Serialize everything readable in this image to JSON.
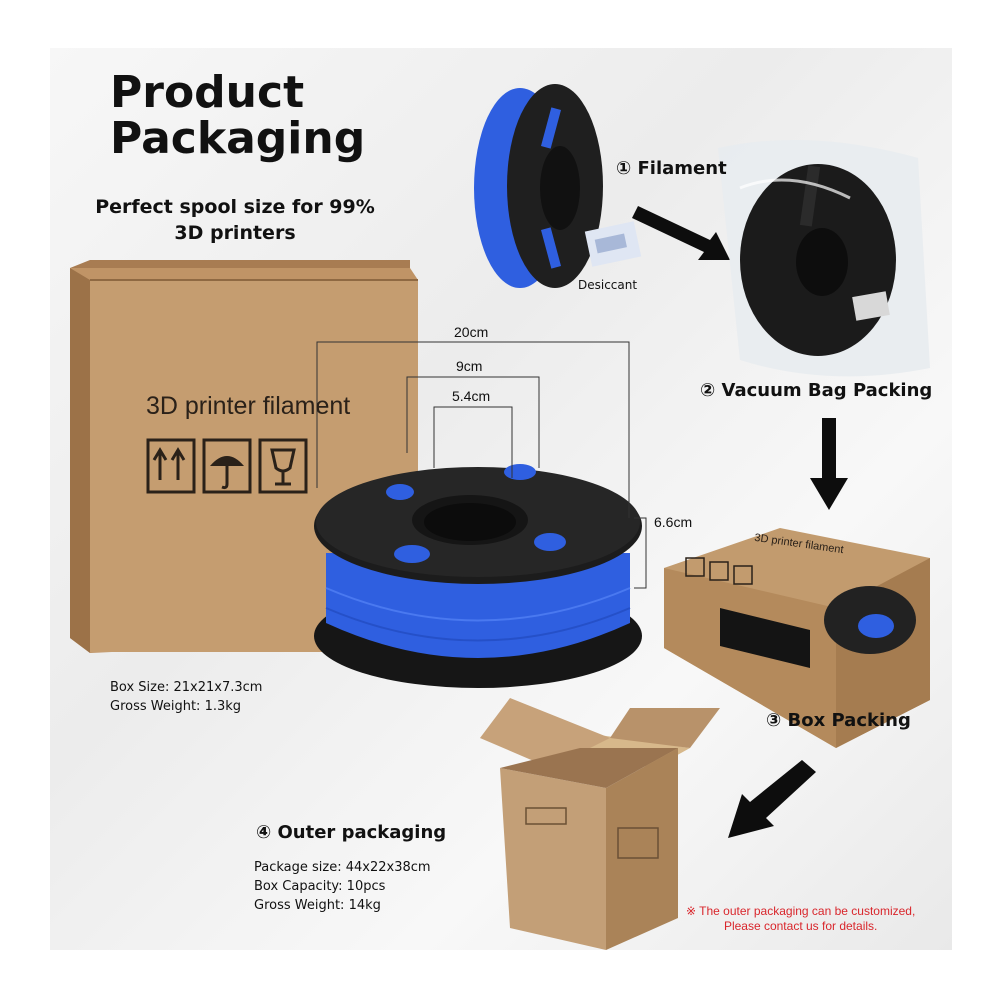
{
  "header": {
    "title_line1": "Product",
    "title_line2": "Packaging",
    "subtitle_line1": "Perfect spool size for 99%",
    "subtitle_line2": "3D printers"
  },
  "steps": {
    "filament": "① Filament",
    "desiccant": "Desiccant",
    "vacuum": "② Vacuum Bag Packing",
    "box": "③ Box Packing",
    "outer": "④ Outer packaging"
  },
  "box_print": {
    "text": "3D printer filament",
    "small_text": "3D printer filament"
  },
  "dimensions": {
    "outer_diameter": "20cm",
    "hub_diameter": "9cm",
    "bore_diameter": "5.4cm",
    "width": "6.6cm"
  },
  "box_specs": {
    "size": "Box Size:  21x21x7.3cm",
    "weight": "Gross Weight:  1.3kg"
  },
  "outer_specs": {
    "size": "Package size:  44x22x38cm",
    "capacity": "Box Capacity:  10pcs",
    "weight": "Gross Weight:  14kg"
  },
  "note": {
    "line1": "※ The outer packaging can be customized,",
    "line2": "Please contact us for details."
  },
  "colors": {
    "filament_blue": "#2f5fe0",
    "spool_black": "#1c1c1c",
    "cardboard": "#c19a6b",
    "note_red": "#d9262c"
  },
  "icons": [
    "arrow-up-icon",
    "umbrella-rain-icon",
    "fragile-glass-icon"
  ]
}
